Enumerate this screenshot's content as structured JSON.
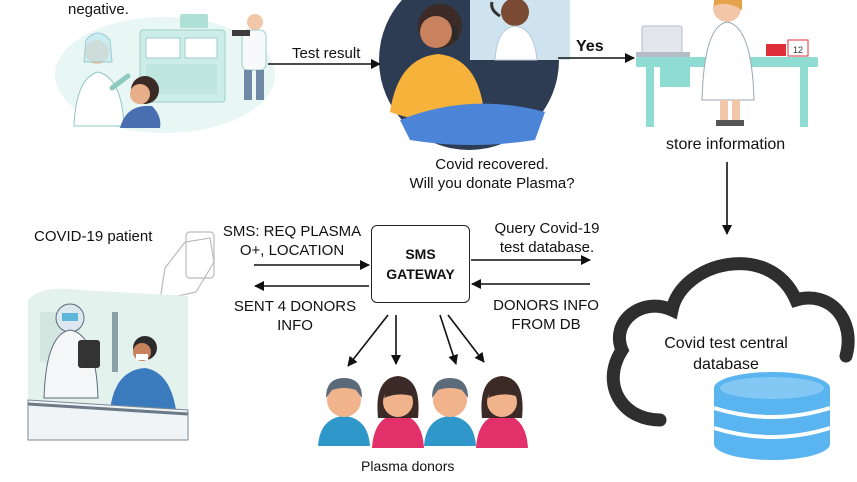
{
  "top_left_caption": "negative.",
  "edge_test_result": "Test result",
  "edge_yes": "Yes",
  "store_information": "store information",
  "question_line1": "Covid recovered.",
  "question_line2": "Will you donate Plasma?",
  "covid_patient": "COVID-19 patient",
  "sms_req_line1": "SMS: REQ PLASMA",
  "sms_req_line2": "O+, LOCATION",
  "gateway_line1": "SMS",
  "gateway_line2": "GATEWAY",
  "query_line1": "Query Covid-19",
  "query_line2": "test database.",
  "sent_line1": "SENT 4 DONORS",
  "sent_line2": "INFO",
  "donors_info_line1": "DONORS INFO",
  "donors_info_line2": "FROM DB",
  "database_line1": "Covid test central",
  "database_line2": "database",
  "plasma_donors": "Plasma donors",
  "colors": {
    "cloud_outline": "#2e2e2e",
    "db_stack": "#5ab4f0",
    "donor_teal": "#2f97c9",
    "donor_pink": "#e2306b",
    "mint": "#9fe0d6",
    "orange_shirt": "#f6b23b",
    "dark_hair": "#3b2a25"
  }
}
